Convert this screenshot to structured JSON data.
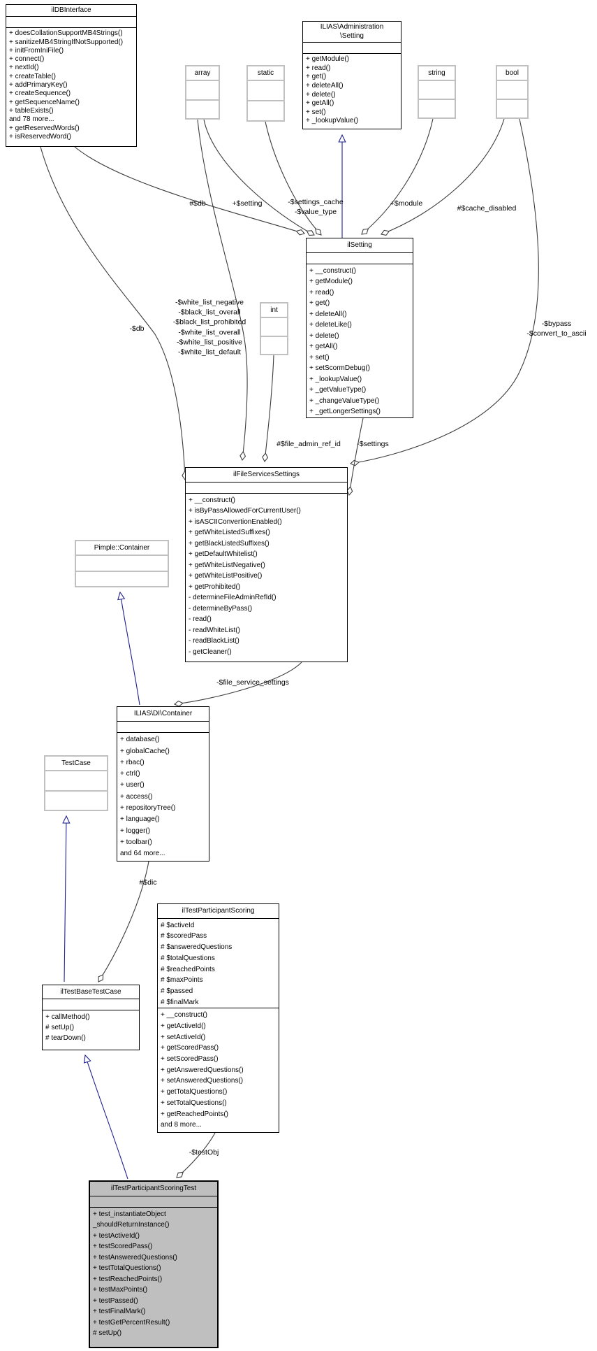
{
  "diagram_type": "doxygen-collaboration-diagram",
  "colors": {
    "background": "#ffffff",
    "node_fill": "#ffffff",
    "highlight_fill": "#bfbfbf",
    "node_border_dark": "#000000",
    "node_border_light": "#c0c0c0",
    "usage_edge": "#3c3c3c",
    "inheritance_edge": "#1f1f8f",
    "text": "#000000"
  },
  "classes": [
    {
      "id": "ildbinterface",
      "title_lines": [
        "ilDBInterface"
      ],
      "attributes": [],
      "methods": [
        "+ doesCollationSupportMB4Strings()",
        "+ sanitizeMB4StringIfNotSupported()",
        "+ initFromIniFile()",
        "+ connect()",
        "+ nextId()",
        "+ createTable()",
        "+ addPrimaryKey()",
        "+ createSequence()",
        "+ getSequenceName()",
        "+ tableExists()",
        "and 78 more...",
        "+ getReservedWords()",
        "+ isReservedWord()"
      ]
    },
    {
      "id": "admin-setting",
      "title_lines": [
        "ILIAS\\Administration",
        "\\Setting"
      ],
      "attributes": [],
      "methods": [
        "+ getModule()",
        "+ read()",
        "+ get()",
        "+ deleteAll()",
        "+ delete()",
        "+ getAll()",
        "+ set()",
        "+ _lookupValue()"
      ]
    },
    {
      "id": "array",
      "title_lines": [
        "array"
      ],
      "attributes": [],
      "methods": []
    },
    {
      "id": "static",
      "title_lines": [
        "static"
      ],
      "attributes": [],
      "methods": []
    },
    {
      "id": "string",
      "title_lines": [
        "string"
      ],
      "attributes": [],
      "methods": []
    },
    {
      "id": "bool",
      "title_lines": [
        "bool"
      ],
      "attributes": [],
      "methods": []
    },
    {
      "id": "ilsetting",
      "title_lines": [
        "ilSetting"
      ],
      "attributes": [],
      "methods": [
        "+ __construct()",
        "+ getModule()",
        "+ read()",
        "+ get()",
        "+ deleteAll()",
        "+ deleteLike()",
        "+ delete()",
        "+ getAll()",
        "+ set()",
        "+ setScormDebug()",
        "+ _lookupValue()",
        "+ _getValueType()",
        "+ _changeValueType()",
        "+ _getLongerSettings()"
      ]
    },
    {
      "id": "int",
      "title_lines": [
        "int"
      ],
      "attributes": [],
      "methods": []
    },
    {
      "id": "ilfileservicessettings",
      "title_lines": [
        "ilFileServicesSettings"
      ],
      "attributes": [],
      "methods": [
        "+ __construct()",
        "+ isByPassAllowedForCurrentUser()",
        "+ isASCIIConvertionEnabled()",
        "+ getWhiteListedSuffixes()",
        "+ getBlackListedSuffixes()",
        "+ getDefaultWhitelist()",
        "+ getWhiteListNegative()",
        "+ getWhiteListPositive()",
        "+ getProhibited()",
        "- determineFileAdminRefId()",
        "- determineByPass()",
        "- read()",
        "- readWhiteList()",
        "- readBlackList()",
        "- getCleaner()"
      ]
    },
    {
      "id": "pimple-container",
      "title_lines": [
        "Pimple::Container"
      ],
      "attributes": [],
      "methods": []
    },
    {
      "id": "di-container",
      "title_lines": [
        "ILIAS\\DI\\Container"
      ],
      "attributes": [],
      "methods": [
        "+ database()",
        "+ globalCache()",
        "+ rbac()",
        "+ ctrl()",
        "+ user()",
        "+ access()",
        "+ repositoryTree()",
        "+ language()",
        "+ logger()",
        "+ toolbar()",
        "and 64 more..."
      ]
    },
    {
      "id": "testcase",
      "title_lines": [
        "TestCase"
      ],
      "attributes": [],
      "methods": []
    },
    {
      "id": "iltestparticipantscoring",
      "title_lines": [
        "ilTestParticipantScoring"
      ],
      "attributes": [
        "# $activeId",
        "# $scoredPass",
        "# $answeredQuestions",
        "# $totalQuestions",
        "# $reachedPoints",
        "# $maxPoints",
        "# $passed",
        "# $finalMark"
      ],
      "methods": [
        "+ __construct()",
        "+ getActiveId()",
        "+ setActiveId()",
        "+ getScoredPass()",
        "+ setScoredPass()",
        "+ getAnsweredQuestions()",
        "+ setAnsweredQuestions()",
        "+ getTotalQuestions()",
        "+ setTotalQuestions()",
        "+ getReachedPoints()",
        "and 8 more..."
      ]
    },
    {
      "id": "iltestbasetestcase",
      "title_lines": [
        "ilTestBaseTestCase"
      ],
      "attributes": [],
      "methods": [
        "+ callMethod()",
        "# setUp()",
        "# tearDown()"
      ]
    },
    {
      "id": "iltestparticipantscoringtest",
      "title_lines": [
        "ilTestParticipantScoringTest"
      ],
      "attributes": [],
      "methods": [
        "+ test_instantiateObject _shouldReturnInstance()",
        "+ testActiveId()",
        "+ testScoredPass()",
        "+ testAnsweredQuestions()",
        "+ testTotalQuestions()",
        "+ testReachedPoints()",
        "+ testMaxPoints()",
        "+ testPassed()",
        "+ testFinalMark()",
        "+ testGetPercentResult()",
        "# setUp()"
      ],
      "highlighted": true
    }
  ],
  "edge_labels": [
    {
      "id": "db-setting",
      "lines": [
        "#$db"
      ]
    },
    {
      "id": "setting-arr",
      "lines": [
        "+$setting"
      ]
    },
    {
      "id": "settings-cache",
      "lines": [
        "-$settings_cache",
        "-$value_type"
      ]
    },
    {
      "id": "module",
      "lines": [
        "+$module"
      ]
    },
    {
      "id": "cache-disabled",
      "lines": [
        "#$cache_disabled"
      ]
    },
    {
      "id": "db2",
      "lines": [
        "-$db"
      ]
    },
    {
      "id": "whitelist",
      "lines": [
        "-$white_list_negative",
        "-$black_list_overall",
        "-$black_list_prohibited",
        "-$white_list_overall",
        "-$white_list_positive",
        "-$white_list_default"
      ]
    },
    {
      "id": "bypass",
      "lines": [
        "-$bypass",
        "-$convert_to_ascii"
      ]
    },
    {
      "id": "file-admin",
      "lines": [
        "#$file_admin_ref_id"
      ]
    },
    {
      "id": "settings",
      "lines": [
        "-$settings"
      ]
    },
    {
      "id": "file-service-settings",
      "lines": [
        "-$file_service_settings"
      ]
    },
    {
      "id": "dic",
      "lines": [
        "#$dic"
      ]
    },
    {
      "id": "testobj",
      "lines": [
        "-$testObj"
      ]
    }
  ]
}
